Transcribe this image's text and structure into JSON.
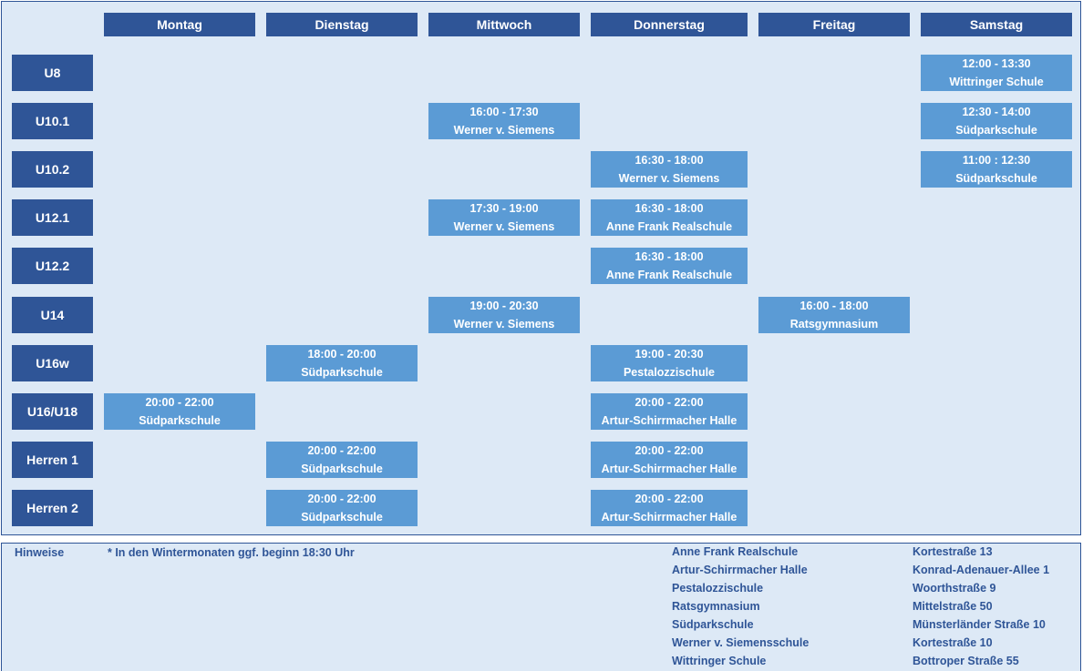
{
  "days": [
    "Montag",
    "Dienstag",
    "Mittwoch",
    "Donnerstag",
    "Freitag",
    "Samstag"
  ],
  "teams": [
    "U8",
    "U10.1",
    "U10.2",
    "U12.1",
    "U12.2",
    "U14",
    "U16w",
    "U16/U18",
    "Herren 1",
    "Herren 2"
  ],
  "slots": [
    {
      "team": 0,
      "day": 5,
      "time": "12:00 - 13:30",
      "place": "Wittringer Schule"
    },
    {
      "team": 1,
      "day": 2,
      "time": "16:00 - 17:30",
      "place": "Werner v. Siemens"
    },
    {
      "team": 1,
      "day": 5,
      "time": "12:30 - 14:00",
      "place": "Südparkschule"
    },
    {
      "team": 2,
      "day": 3,
      "time": "16:30 - 18:00",
      "place": "Werner v. Siemens"
    },
    {
      "team": 2,
      "day": 5,
      "time": "11:00 : 12:30",
      "place": "Südparkschule"
    },
    {
      "team": 3,
      "day": 2,
      "time": "17:30 - 19:00",
      "place": "Werner v. Siemens"
    },
    {
      "team": 3,
      "day": 3,
      "time": "16:30 - 18:00",
      "place": "Anne Frank Realschule"
    },
    {
      "team": 4,
      "day": 3,
      "time": "16:30 - 18:00",
      "place": "Anne Frank Realschule"
    },
    {
      "team": 5,
      "day": 2,
      "time": "19:00 - 20:30",
      "place": "Werner v. Siemens"
    },
    {
      "team": 5,
      "day": 4,
      "time": "16:00 - 18:00",
      "place": "Ratsgymnasium"
    },
    {
      "team": 6,
      "day": 1,
      "time": "18:00 - 20:00",
      "place": "Südparkschule"
    },
    {
      "team": 6,
      "day": 3,
      "time": "19:00 - 20:30",
      "place": "Pestalozzischule"
    },
    {
      "team": 7,
      "day": 0,
      "time": "20:00 - 22:00",
      "place": "Südparkschule"
    },
    {
      "team": 7,
      "day": 3,
      "time": "20:00 - 22:00",
      "place": "Artur-Schirrmacher Halle"
    },
    {
      "team": 8,
      "day": 1,
      "time": "20:00 - 22:00",
      "place": "Südparkschule"
    },
    {
      "team": 8,
      "day": 3,
      "time": "20:00 - 22:00",
      "place": "Artur-Schirrmacher Halle"
    },
    {
      "team": 9,
      "day": 1,
      "time": "20:00 - 22:00",
      "place": "Südparkschule"
    },
    {
      "team": 9,
      "day": 3,
      "time": "20:00 - 22:00",
      "place": "Artur-Schirrmacher Halle"
    }
  ],
  "notes": {
    "label": "Hinweise",
    "text": "* In den Wintermonaten ggf. beginn 18:30 Uhr"
  },
  "venues": [
    {
      "name": "Anne Frank Realschule",
      "address": "Kortestraße 13"
    },
    {
      "name": "Artur-Schirrmacher Halle",
      "address": "Konrad-Adenauer-Allee 1"
    },
    {
      "name": "Pestalozzischule",
      "address": "Woorthstraße 9"
    },
    {
      "name": "Ratsgymnasium",
      "address": "Mittelstraße 50"
    },
    {
      "name": "Südparkschule",
      "address": "Münsterländer Straße 10"
    },
    {
      "name": "Werner v. Siemensschule",
      "address": "Kortestraße 10"
    },
    {
      "name": "Wittringer Schule",
      "address": "Bottroper Straße 55"
    }
  ],
  "colors": {
    "header": "#2f5597",
    "slot": "#5b9bd5",
    "background": "#dde9f6"
  }
}
